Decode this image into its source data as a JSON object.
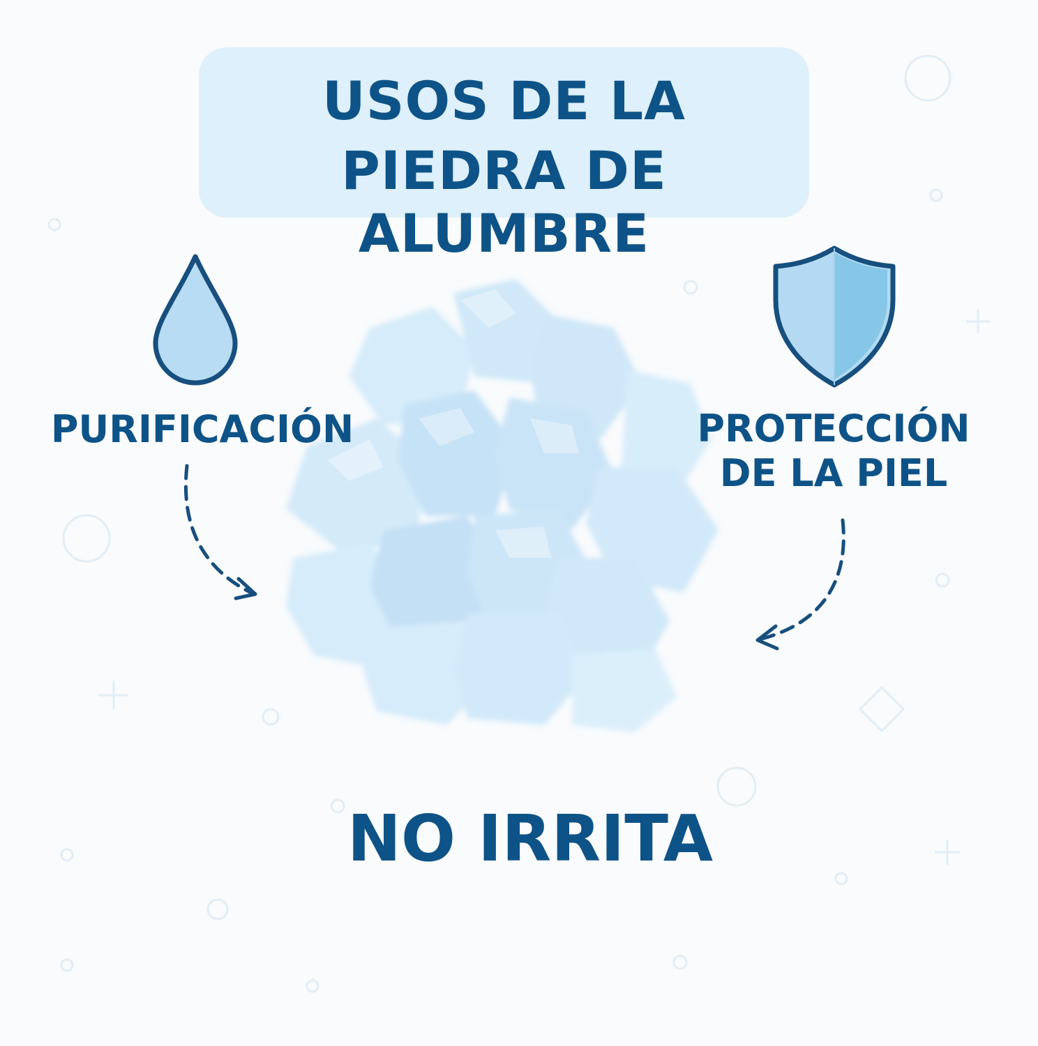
{
  "title": {
    "line1": "USOS DE LA",
    "line2": "PIEDRA DE ALUMBRE"
  },
  "features": {
    "left": {
      "label": "PURIFICACIÓN",
      "icon": "water-drop-icon"
    },
    "right": {
      "line1": "PROTECCIÓN",
      "line2": "DE LA PIEL",
      "icon": "shield-icon"
    }
  },
  "bottom": {
    "label": "NO IRRITA"
  },
  "colors": {
    "text": "#0e5387",
    "title_box": "#ddf0fb",
    "crystal": "#cfe8f8",
    "icon_fill": "#b7dcf3",
    "background": "#f9fbfd"
  }
}
